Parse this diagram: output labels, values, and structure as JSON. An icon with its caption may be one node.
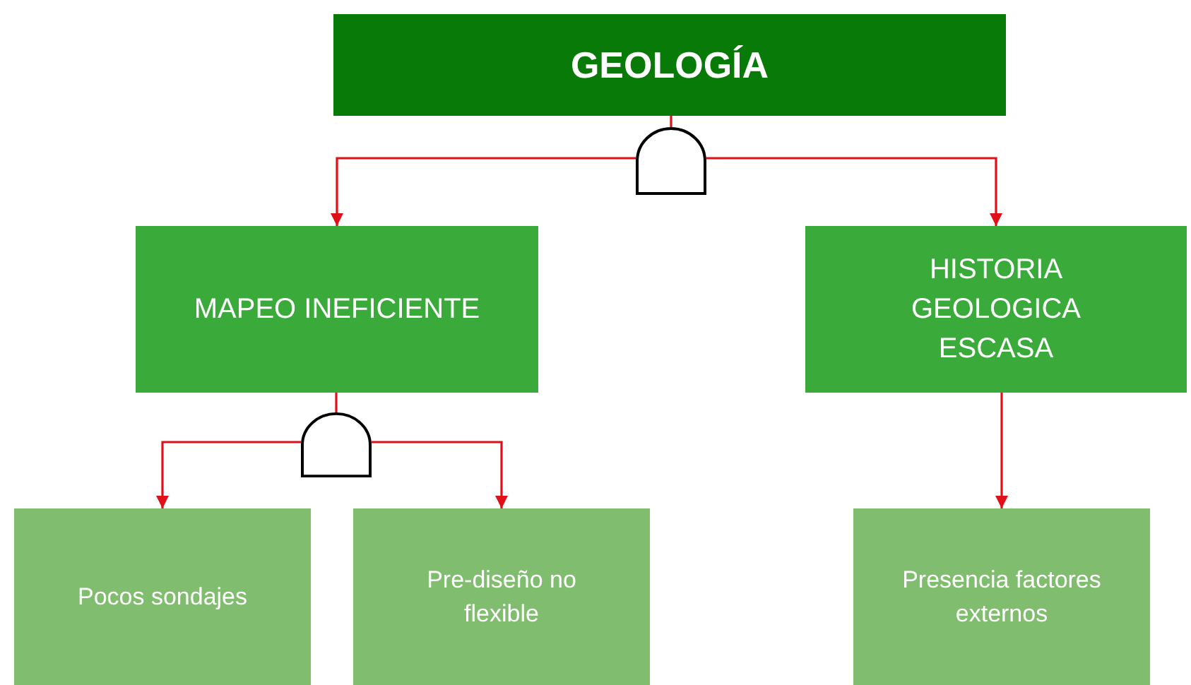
{
  "diagram": {
    "nodes": [
      {
        "text": [
          "GEOLOGÍA"
        ]
      },
      {
        "text": [],
        "shape": "gate"
      },
      {
        "text": [
          "MAPEO INEFICIENTE"
        ]
      },
      {
        "text": [
          "HISTORIA GEOLOGICA ESCASA"
        ]
      },
      {
        "text": [],
        "shape": "gate"
      },
      {
        "text": [
          "Pocos sondajes"
        ]
      },
      {
        "text": [
          "Pre-diseño no flexible"
        ]
      },
      {
        "text": [
          "Presencia factores externos"
        ]
      }
    ],
    "edges": [
      {
        "from": 0,
        "to": 1,
        "arrow": "none"
      },
      {
        "from": 1,
        "to": 2,
        "arrow": "to"
      },
      {
        "from": 1,
        "to": 3,
        "arrow": "to"
      },
      {
        "from": 2,
        "to": 4,
        "arrow": "none"
      },
      {
        "from": 4,
        "to": 5,
        "arrow": "to"
      },
      {
        "from": 4,
        "to": 6,
        "arrow": "to"
      },
      {
        "from": 3,
        "to": 7,
        "arrow": "to"
      }
    ]
  }
}
